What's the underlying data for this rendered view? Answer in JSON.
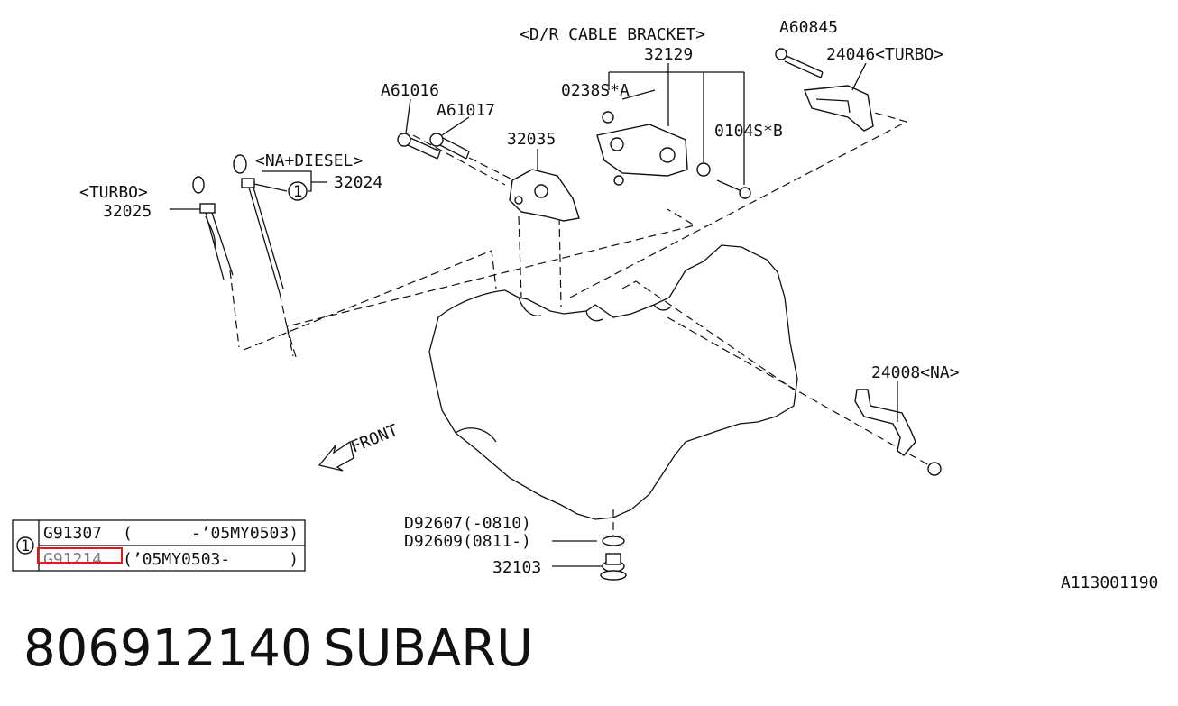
{
  "callouts": {
    "dr_cable_bracket": "<D/R CABLE BRACKET>",
    "p32129": "32129",
    "a60845": "A60845",
    "p24046_turbo": "24046<TURBO>",
    "p0238s_a": "0238S*A",
    "p0104s_b": "0104S*B",
    "a61016": "A61016",
    "a61017": "A61017",
    "p32035": "32035",
    "na_diesel": "<NA+DIESEL>",
    "p32024": "32024",
    "turbo": "<TURBO>",
    "p32025": "32025",
    "p24008_na": "24008<NA>",
    "d92607": "D92607(-0810)",
    "d92609": "D92609(0811-)",
    "p32103": "32103",
    "front": "FRONT",
    "ref_circle": "1"
  },
  "legend": {
    "marker": "1",
    "rows": [
      {
        "part": "G91307",
        "range": "(      -’05MY0503)"
      },
      {
        "part": "G91214",
        "range": "(’05MY0503-      )"
      }
    ],
    "highlight_color": "#e0191c"
  },
  "illustration_id": "A113001190",
  "footer": {
    "part_number": "806912140",
    "brand": "SUBARU"
  }
}
